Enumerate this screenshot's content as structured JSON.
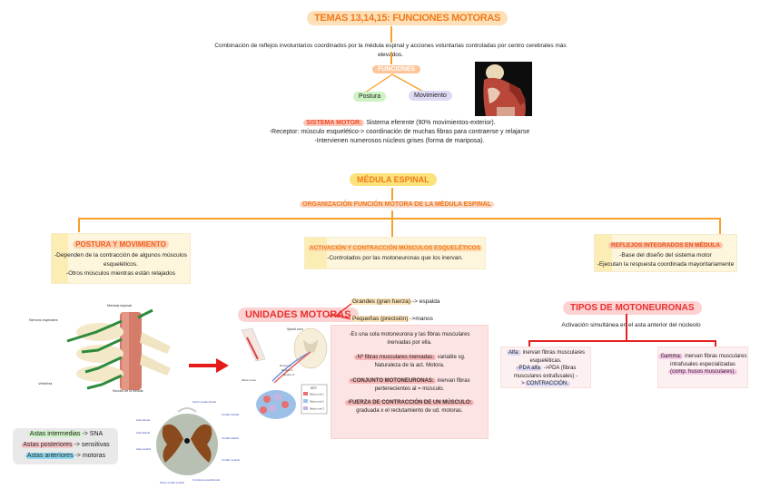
{
  "header": {
    "title": "TEMAS 13,14,15: FUNCIONES MOTORAS",
    "description": "Combinación de reflejos involuntarios coordinados por la médula espinal y acciones voluntarias controladas por centro cerebrales más elevados."
  },
  "funciones": {
    "label": "FUNCIONES",
    "children": [
      "Postura",
      "Movimiento"
    ],
    "image": "anatomical-muscle-figure-image"
  },
  "sistema_motor": {
    "label": "SISTEMA MOTOR:",
    "lines": [
      "Sistema eferente (90% movimientos-exterior).",
      "-Receptor: músculo esquelético-> coordinación de muchas fibras para contraerse y relajarse",
      "-Intervienen numerosos núcleos grises (forma de mariposa)."
    ]
  },
  "medula": {
    "label": "MÉDULA ESPINAL",
    "subtitle": "ORGANIZACIÓN FUNCIÓN MOTORA DE LA MÉDULA ESPINAL",
    "branches": [
      {
        "title": "POSTURA Y MOVIMIENTO",
        "lines": [
          "-Dependen de la contracción de algunos músculos esqueléticos.",
          "-Otros músculos mientras están relajados"
        ]
      },
      {
        "title": "ACTIVACIÓN Y CONTRACCIÓN MÚSCULOS ESQUELÉTICOS",
        "lines": [
          "-Controlados por las motoneuronas que los inervan."
        ]
      },
      {
        "title": "REFLEJOS INTEGRADOS EN MÉDULA",
        "lines": [
          "-Base del diseño del sistema motor",
          "-Ejecutan la respuesta coordinada mayoritariamente"
        ]
      }
    ]
  },
  "images": {
    "spine": {
      "labels": [
        "Médula espinal",
        "Nervios espinales",
        "Vértebra",
        "Sección de la médula espinal dentro de la columna vertebral"
      ]
    },
    "motor_unit": {
      "labels": [
        "Spinal cord",
        "Neuron 1",
        "Neuron 2",
        "Neuron 3",
        "Motor nerve"
      ],
      "key_title": "KEY",
      "key": [
        "Motor unit 1",
        "Motor unit 2",
        "Motor unit 3"
      ]
    },
    "cross_section": {
      "labels": [
        "Surco medio dorsal",
        "Cordón dorsal",
        "Asta dorsal",
        "Asta lateral",
        "Cordón lateral",
        "Asta ventral",
        "Cordón ventral",
        "Surco medio ventral",
        "Comisura ependimaria"
      ]
    }
  },
  "unidades_motoras": {
    "label": "UNIDADES MOTORAS",
    "types": [
      {
        "label": "Grandes (gran fuerza)",
        "suffix": "-> espalda"
      },
      {
        "label": "Pequeñas (precisión)",
        "suffix": "->manos"
      }
    ],
    "box": {
      "p1": "-Es una sola motoneurona y las fibras musculares inervadas por ella.",
      "p2_label": "-Nº fibras musculares inervadas:",
      "p2_text": "variable sg. Naturaleza de la act. Motora.",
      "p3_label": "-CONJUNTO MOTONEURONAS:",
      "p3_text": "inervan fibras pertenecientes al = músculo.",
      "p4_label": "-FUERZA DE CONTRACCIÓN DE UN MÚSCULO:",
      "p4_text": "graduada x el reclutamiento de ud. motoras."
    }
  },
  "tipos": {
    "label": "TIPOS DE MOTONEURONAS",
    "subtitle": "Activación simultánea en el asta anterior del núcleolo",
    "alfa": {
      "label": "Alfa:",
      "text": "inervan fibras musculares esqueléticas.",
      "pda_label": "-PDA alfa",
      "pda_text": "->PDA (fibras musculares extrafusales) ->",
      "pda_end": "CONTRACCIÓN."
    },
    "gamma": {
      "label": "Gamma:",
      "text": "inervan fibras musculares intrafusales especializadas",
      "end": "(comp. husos musculares)."
    }
  },
  "astas": [
    {
      "label": "Astas intermedias",
      "suffix": "-> SNA"
    },
    {
      "label": "Astas posteriores",
      "suffix": "-> sensitivas"
    },
    {
      "label": "Astas anteriores",
      "suffix": "-> motoras"
    }
  ],
  "colors": {
    "orange_line": "#f7a02a",
    "red_line": "#e62020",
    "title_orange": "#f07a1a"
  }
}
